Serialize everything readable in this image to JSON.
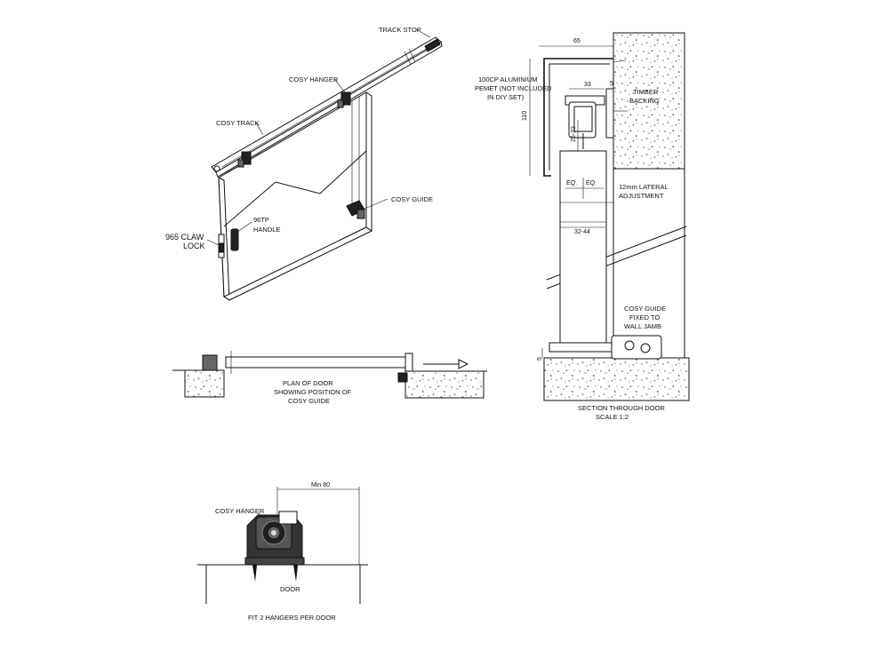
{
  "labels": {
    "track_stop": "TRACK STOP",
    "cosy_hanger": "COSY HANGER",
    "cosy_track": "COSY TRACK",
    "claw_lock_1": "965 CLAW",
    "claw_lock_2": "LOCK",
    "handle_1": "96TP",
    "handle_2": "HANDLE",
    "cosy_guide": "COSY GUIDE",
    "plan_1": "PLAN OF DOOR",
    "plan_2": "SHOWING POSITION OF",
    "plan_3": "COSY GUIDE",
    "pelmet_1": "100CP ALUMINIUM",
    "pelmet_2": "PEMET (NOT INCLUDED",
    "pelmet_3": "IN DIY SET)",
    "timber_1": "TIMBER",
    "timber_2": "BACKING",
    "lateral_1": "12mm LATERAL",
    "lateral_2": "ADJUSTMENT",
    "guide_wall_1": "COSY GUIDE",
    "guide_wall_2": "FIXED TO",
    "guide_wall_3": "WALL JAMB",
    "section_1": "SECTION THROUGH DOOR",
    "section_2": "SCALE 1:2",
    "hanger_detail": "COSY HANGER",
    "door": "DOOR",
    "fit": "FIT 2 HANGERS PER DOOR"
  },
  "dimensions": {
    "d65": "65",
    "d33": "33",
    "d5a": "5",
    "d110": "110",
    "d2533": "25-33",
    "eq1": "EQ.",
    "eq2": "EQ.",
    "d3244": "32-44",
    "d5b": "5",
    "min80": "Min 80"
  }
}
